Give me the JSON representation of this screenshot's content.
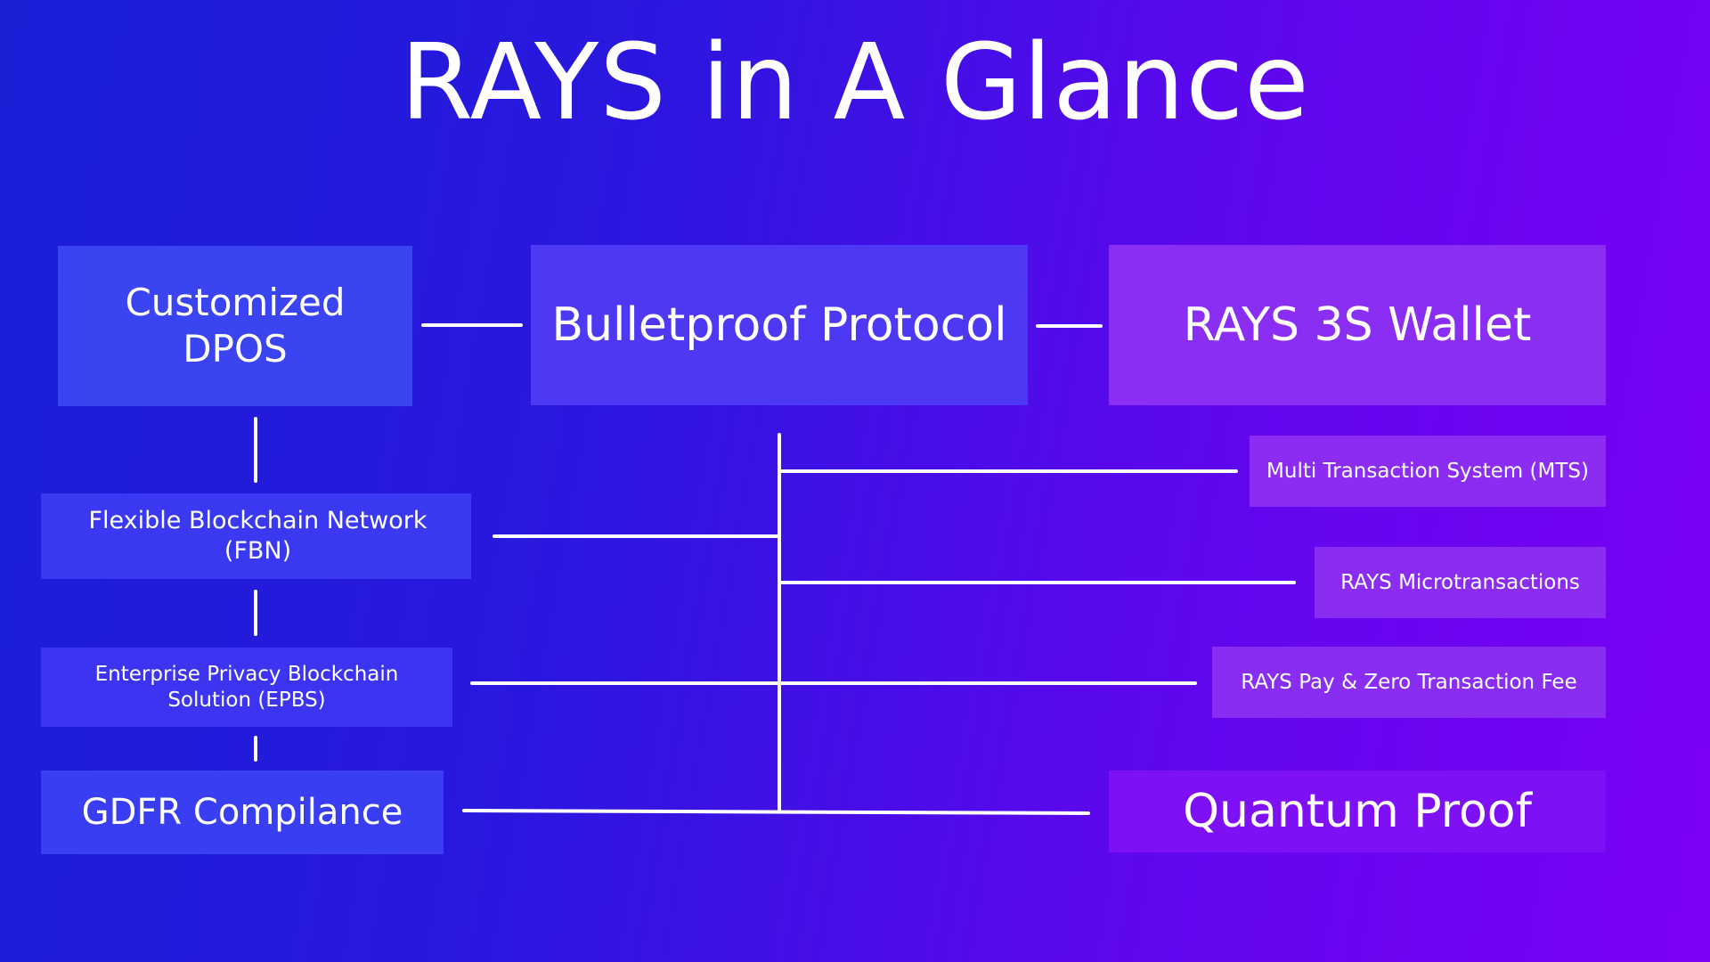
{
  "title": "RAYS in A Glance",
  "nodes": {
    "customized_dpos": "Customized DPOS",
    "bulletproof_protocol": "Bulletproof Protocol",
    "rays_3s_wallet": "RAYS 3S Wallet",
    "fbn": "Flexible Blockchain Network (FBN)",
    "epbs": "Enterprise Privacy Blockchain Solution (EPBS)",
    "gdfr": "GDFR Compilance",
    "mts": "Multi Transaction System (MTS)",
    "microtransactions": "RAYS Microtransactions",
    "rays_pay": "RAYS Pay & Zero Transaction Fee",
    "quantum_proof": "Quantum Proof"
  },
  "colors": {
    "background_start": "#1a1fd6",
    "background_end": "#7d00f5",
    "connector": "#ffffff"
  }
}
